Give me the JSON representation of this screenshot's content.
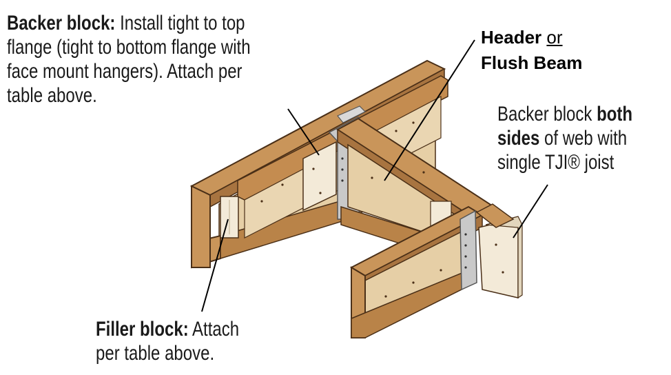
{
  "backer_block_top": {
    "bold": "Backer block:",
    "line1_rest": " Install tight to top",
    "line2": "flange (tight to bottom flange with",
    "line3": "face mount hangers). Attach per",
    "line4": "table above."
  },
  "header_label": {
    "bold1": "Header",
    "conj": "or",
    "bold2": "Flush Beam"
  },
  "backer_block_side": {
    "line1_normal": "Backer block ",
    "line1_bold": "both",
    "line2_bold": "sides",
    "line2_rest": " of web with",
    "line3": "single TJI® joist"
  },
  "filler_block": {
    "bold": "Filler block:",
    "line1_rest": " Attach",
    "line2": "per table above."
  },
  "colors": {
    "flange": "#c9955a",
    "flange_dark": "#8a5a2b",
    "web": "#e6cfa6",
    "web_light": "#f2e3c6",
    "block": "#f3ead8",
    "hanger": "#c9c9c9",
    "outline": "#4a2f17"
  }
}
